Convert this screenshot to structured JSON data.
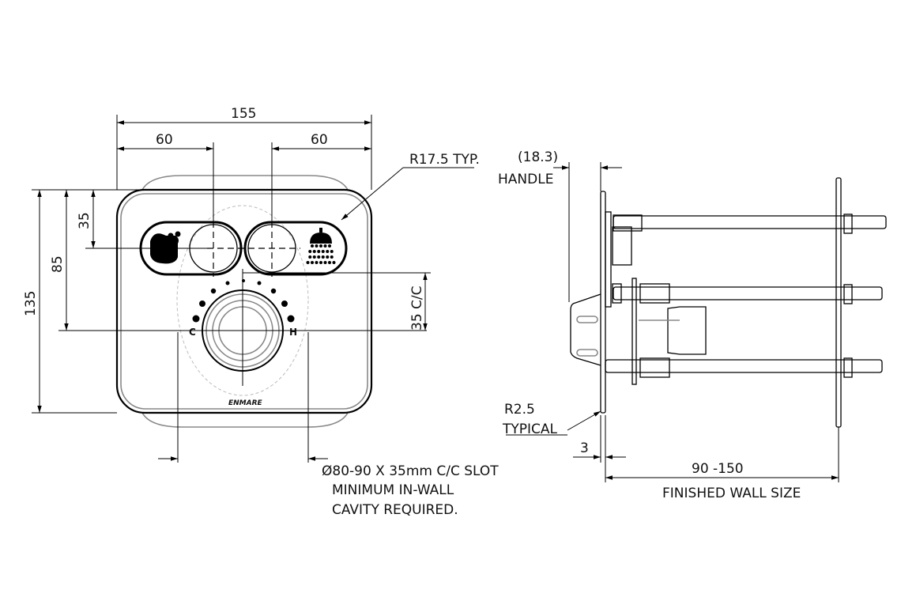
{
  "front_view": {
    "dim_overall_width": "155",
    "dim_left_offset": "60",
    "dim_right_offset": "60",
    "dim_overall_height": "135",
    "dim_knob_height": "85",
    "dim_button_height": "35",
    "dim_cc": "35 C/C",
    "radius_note": "R17.5 TYP.",
    "knob_cold_label": "C",
    "knob_hot_label": "H",
    "brand_logo": "ENMARE",
    "slot_note": [
      "Ø80-90 X 35mm C/C SLOT",
      "MINIMUM IN-WALL",
      "CAVITY REQUIRED."
    ]
  },
  "side_view": {
    "dim_handle_value": "(18.3)",
    "dim_handle_label": "HANDLE",
    "radius_note": [
      "R2.5",
      "TYPICAL"
    ],
    "dim_plate": "3",
    "dim_wall_range": "90 -150",
    "dim_wall_label": "FINISHED WALL SIZE"
  }
}
